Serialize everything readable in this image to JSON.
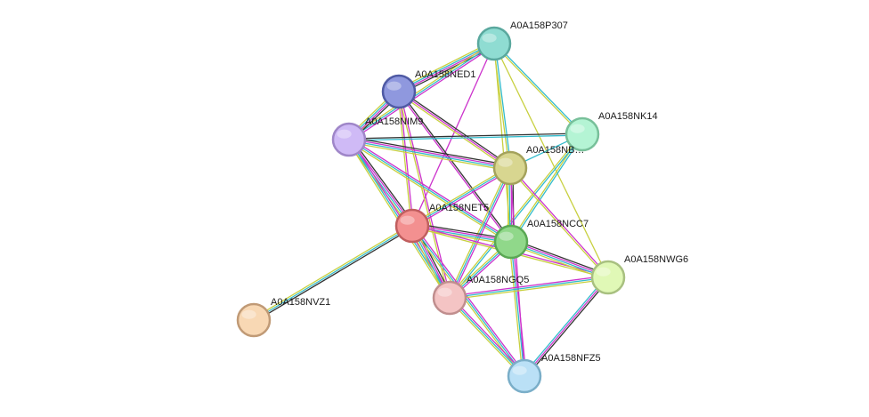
{
  "network": {
    "nodes": [
      {
        "id": "P307",
        "label": "A0A158P307",
        "fill": "#8fdcd2",
        "stroke": "#5aa89e"
      },
      {
        "id": "NED1",
        "label": "A0A158NED1",
        "fill": "#8f98de",
        "stroke": "#4f5aa4"
      },
      {
        "id": "NK14",
        "label": "A0A158NK14",
        "fill": "#b4f4d4",
        "stroke": "#78c09a"
      },
      {
        "id": "NIM9",
        "label": "A0A158NIM9",
        "fill": "#cfbaf6",
        "stroke": "#9f86c8"
      },
      {
        "id": "NBX2",
        "label": "A0A158NB…",
        "fill": "#d8d690",
        "stroke": "#a4a25c"
      },
      {
        "id": "NET5",
        "label": "A0A158NET5",
        "fill": "#f39090",
        "stroke": "#c05e5e"
      },
      {
        "id": "NCC7",
        "label": "A0A158NCC7",
        "fill": "#90d88a",
        "stroke": "#5aa854"
      },
      {
        "id": "NWG6",
        "label": "A0A158NWG6",
        "fill": "#e0f8b6",
        "stroke": "#a8c080"
      },
      {
        "id": "NGQ5",
        "label": "A0A158NGQ5",
        "fill": "#f4c4c4",
        "stroke": "#c08e8e"
      },
      {
        "id": "NVZ1",
        "label": "A0A158NVZ1",
        "fill": "#f8d8b4",
        "stroke": "#c09a76"
      },
      {
        "id": "NFZ5",
        "label": "A0A158NFZ5",
        "fill": "#bae0f6",
        "stroke": "#7aaec8"
      }
    ],
    "edges": [
      {
        "source": "P307",
        "target": "NED1",
        "evidence": [
          "black",
          "magenta",
          "cyan",
          "yellow"
        ]
      },
      {
        "source": "P307",
        "target": "NIM9",
        "evidence": [
          "magenta",
          "cyan",
          "yellow"
        ]
      },
      {
        "source": "P307",
        "target": "NK14",
        "evidence": [
          "cyan",
          "yellow"
        ]
      },
      {
        "source": "P307",
        "target": "NBX2",
        "evidence": [
          "cyan",
          "yellow"
        ]
      },
      {
        "source": "P307",
        "target": "NET5",
        "evidence": [
          "magenta"
        ]
      },
      {
        "source": "P307",
        "target": "NCC7",
        "evidence": [
          "yellow"
        ]
      },
      {
        "source": "P307",
        "target": "NWG6",
        "evidence": [
          "yellow"
        ]
      },
      {
        "source": "NED1",
        "target": "NIM9",
        "evidence": [
          "black",
          "magenta",
          "cyan",
          "yellow"
        ]
      },
      {
        "source": "NED1",
        "target": "NBX2",
        "evidence": [
          "black",
          "magenta",
          "yellow"
        ]
      },
      {
        "source": "NED1",
        "target": "NET5",
        "evidence": [
          "magenta",
          "yellow"
        ]
      },
      {
        "source": "NED1",
        "target": "NCC7",
        "evidence": [
          "black",
          "magenta"
        ]
      },
      {
        "source": "NED1",
        "target": "NGQ5",
        "evidence": [
          "magenta",
          "yellow"
        ]
      },
      {
        "source": "NIM9",
        "target": "NK14",
        "evidence": [
          "black",
          "cyan"
        ]
      },
      {
        "source": "NIM9",
        "target": "NBX2",
        "evidence": [
          "black",
          "magenta",
          "cyan",
          "yellow"
        ]
      },
      {
        "source": "NIM9",
        "target": "NET5",
        "evidence": [
          "black",
          "magenta",
          "cyan",
          "yellow"
        ]
      },
      {
        "source": "NIM9",
        "target": "NCC7",
        "evidence": [
          "magenta",
          "cyan",
          "yellow"
        ]
      },
      {
        "source": "NIM9",
        "target": "NGQ5",
        "evidence": [
          "magenta",
          "cyan",
          "yellow"
        ]
      },
      {
        "source": "NK14",
        "target": "NBX2",
        "evidence": [
          "cyan"
        ]
      },
      {
        "source": "NK14",
        "target": "NCC7",
        "evidence": [
          "cyan",
          "yellow"
        ]
      },
      {
        "source": "NK14",
        "target": "NGQ5",
        "evidence": [
          "cyan",
          "yellow"
        ]
      },
      {
        "source": "NBX2",
        "target": "NET5",
        "evidence": [
          "magenta",
          "cyan",
          "yellow"
        ]
      },
      {
        "source": "NBX2",
        "target": "NCC7",
        "evidence": [
          "black",
          "magenta",
          "cyan",
          "yellow"
        ]
      },
      {
        "source": "NBX2",
        "target": "NGQ5",
        "evidence": [
          "magenta",
          "cyan",
          "yellow"
        ]
      },
      {
        "source": "NBX2",
        "target": "NWG6",
        "evidence": [
          "magenta",
          "yellow"
        ]
      },
      {
        "source": "NBX2",
        "target": "NFZ5",
        "evidence": [
          "magenta"
        ]
      },
      {
        "source": "NET5",
        "target": "NCC7",
        "evidence": [
          "black",
          "magenta",
          "cyan",
          "yellow"
        ]
      },
      {
        "source": "NET5",
        "target": "NGQ5",
        "evidence": [
          "black",
          "magenta",
          "cyan",
          "yellow"
        ]
      },
      {
        "source": "NET5",
        "target": "NWG6",
        "evidence": [
          "magenta",
          "yellow"
        ]
      },
      {
        "source": "NET5",
        "target": "NVZ1",
        "evidence": [
          "black",
          "cyan",
          "yellow"
        ]
      },
      {
        "source": "NET5",
        "target": "NFZ5",
        "evidence": [
          "magenta",
          "cyan",
          "yellow"
        ]
      },
      {
        "source": "NCC7",
        "target": "NGQ5",
        "evidence": [
          "magenta",
          "cyan",
          "yellow"
        ]
      },
      {
        "source": "NCC7",
        "target": "NWG6",
        "evidence": [
          "black",
          "magenta",
          "cyan",
          "yellow"
        ]
      },
      {
        "source": "NCC7",
        "target": "NFZ5",
        "evidence": [
          "magenta",
          "cyan",
          "yellow"
        ]
      },
      {
        "source": "NGQ5",
        "target": "NWG6",
        "evidence": [
          "magenta",
          "cyan",
          "yellow"
        ]
      },
      {
        "source": "NGQ5",
        "target": "NFZ5",
        "evidence": [
          "magenta",
          "cyan",
          "yellow"
        ]
      },
      {
        "source": "NWG6",
        "target": "NFZ5",
        "evidence": [
          "black",
          "magenta",
          "cyan"
        ]
      }
    ],
    "evidence_colors": {
      "black": "#333333",
      "magenta": "#cc33cc",
      "cyan": "#33bbcc",
      "yellow": "#c8d040"
    }
  }
}
